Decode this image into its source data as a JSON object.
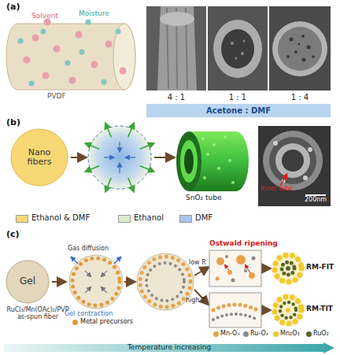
{
  "diagram": {
    "nodes": [
      {
        "text": [
          "Acetone : DMF"
        ]
      },
      {
        "text": [
          "Nano fibers"
        ]
      },
      {
        "text": [
          "Gel",
          "RuCl₃/Mn(OAc)₂/PVP as-spun fiber"
        ]
      },
      {
        "text": [
          "Temperature increasing"
        ]
      }
    ],
    "labels": [
      "(a)",
      "Solvent",
      "Moisture",
      "PVDF",
      "4 : 1",
      "1 : 1",
      "1 : 4",
      "(b)",
      "SnO₂ tube",
      "Inner tube",
      "200nm",
      "(c)",
      "Gas diffusion",
      "Gel contraction",
      "low R",
      "high R",
      "Ostwald ripening",
      "RM-FIT",
      "RM-TIT"
    ],
    "legend": [
      {
        "text": "Ethanol & DMF",
        "color": "#f7d875"
      },
      {
        "text": "Ethanol",
        "color": "#dcebc9"
      },
      {
        "text": "DMF",
        "color": "#a9c6ea"
      },
      {
        "text": "Metal precursors",
        "color": "#e39a3c"
      },
      {
        "text": "Mn-Oₓ",
        "color": "#e7a34a"
      },
      {
        "text": "Ru-Oₓ",
        "color": "#8a8a8a"
      },
      {
        "text": "Mn₂O₃",
        "color": "#f0c92e"
      },
      {
        "text": "RuO₂",
        "color": "#55662c"
      }
    ]
  }
}
